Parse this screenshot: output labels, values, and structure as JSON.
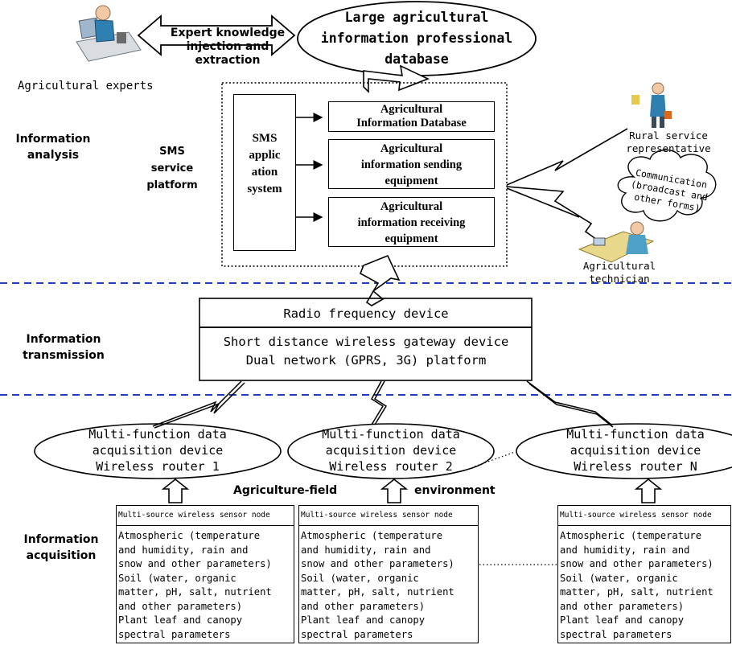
{
  "header": {
    "expert_knowledge": "Expert knowledge\ninjection and extraction",
    "database_ellipse": "Large agricultural\ninformation professional\ndatabase",
    "agricultural_experts": "Agricultural experts"
  },
  "sections": {
    "analysis": "Information\nanalysis",
    "transmission": "Information\ntransmission",
    "acquisition": "Information\nacquisition"
  },
  "sms": {
    "platform_label": "SMS\nservice\nplatform",
    "app_system": "SMS\napplic\nation\nsystem",
    "database": "Agricultural\nInformation Database",
    "sending": "Agricultural\ninformation sending\nequipment",
    "receiving": "Agricultural\ninformation receiving\nequipment"
  },
  "people": {
    "rural_rep": "Rural service\nrepresentative",
    "communication": "Communication\n(broadcast and\nother forms)",
    "technician": "Agricultural\ntechnician"
  },
  "transmission_box": {
    "rf": "Radio frequency device",
    "gateway": "Short distance wireless gateway device\nDual network (GPRS, 3G) platform"
  },
  "routers": [
    "Multi-function data\nacquisition device\nWireless router 1",
    "Multi-function data\nacquisition device\nWireless router 2",
    "Multi-function data\nacquisition device\nWireless router N"
  ],
  "field_label_left": "Agriculture-field",
  "field_label_right": "environment",
  "sensor": {
    "title": "Multi-source wireless sensor node",
    "body": "Atmospheric (temperature\nand humidity, rain and\nsnow and other parameters)\nSoil (water, organic\nmatter, pH, salt, nutrient\nand other parameters)\nPlant leaf and canopy\nspectral parameters"
  },
  "colors": {
    "dash_blue": "#1f3fbf",
    "line": "#000000"
  }
}
